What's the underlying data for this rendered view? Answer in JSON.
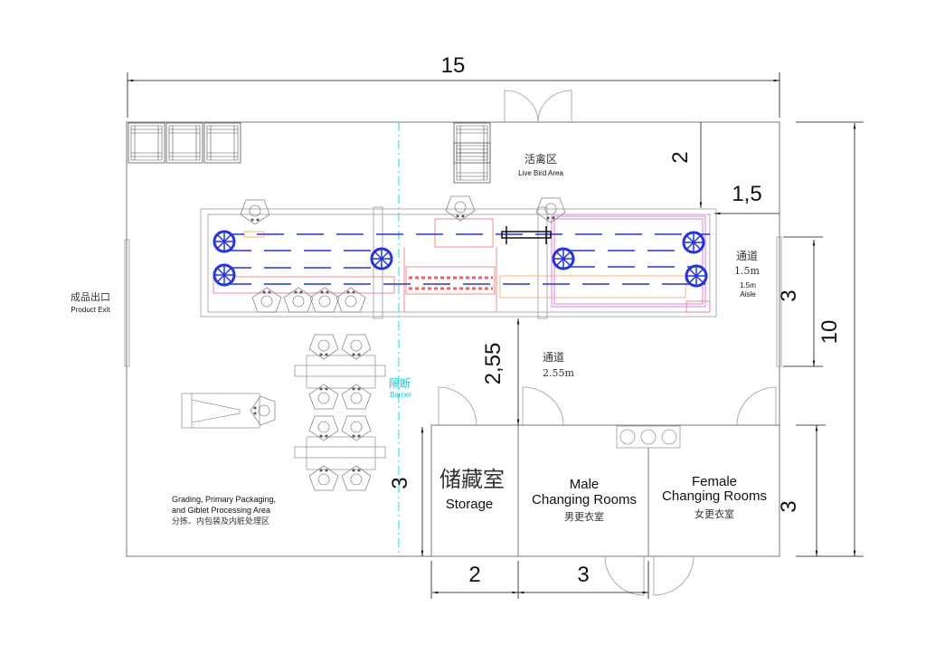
{
  "dimensions": {
    "total_width": "15",
    "live_bird_depth": "2",
    "aisle_right_width": "1,5",
    "right_window_span": "3",
    "total_depth": "10",
    "rooms_depth_right": "3",
    "aisle_center_depth": "2,55",
    "rooms_depth_left": "3",
    "storage_width": "2",
    "male_room_width": "3"
  },
  "areas": {
    "live_bird": {
      "cn": "活禽区",
      "en": "Live Bird Area"
    },
    "product_exit": {
      "cn": "成品出口",
      "en": "Product Exit"
    },
    "aisle_right": {
      "cn": "通道",
      "size": "1.5m",
      "en_size": "1.5m",
      "en": "Aisle"
    },
    "aisle_center": {
      "cn": "通道",
      "size": "2.55m"
    },
    "barrier": {
      "cn": "隔断",
      "en": "Barrier"
    },
    "grading": {
      "en_line1": "Grading, Primary Packaging,",
      "en_line2": "and Giblet Processing Area",
      "cn": "分拣、内包装及内脏处理区"
    },
    "storage": {
      "cn": "储藏室",
      "en": "Storage"
    },
    "male": {
      "en_line1": "Male",
      "en_line2": "Changing Rooms",
      "cn": "男更衣室"
    },
    "female": {
      "en_line1": "Female",
      "en_line2": "Changing Rooms",
      "cn": "女更衣室"
    }
  },
  "colors": {
    "conveyor": "#2233ee",
    "barrier": "#00e5ee",
    "equipment": "#f08080",
    "pink_line": "#e070e0"
  }
}
